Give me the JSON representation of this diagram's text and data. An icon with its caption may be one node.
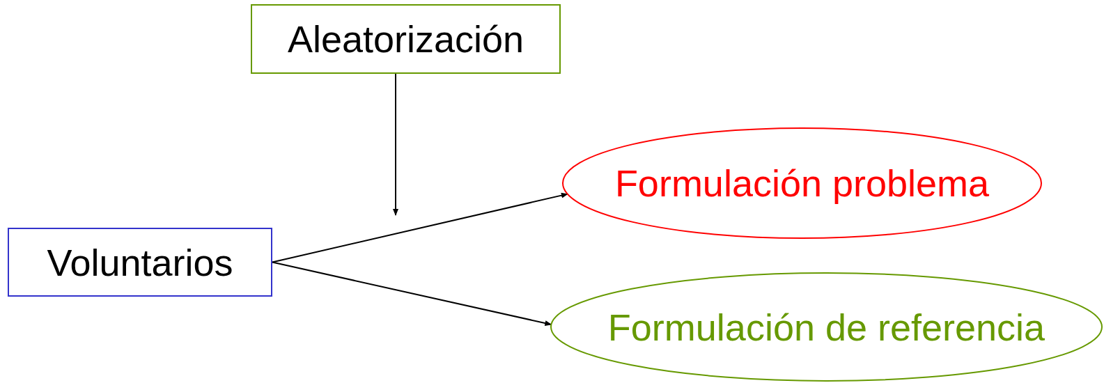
{
  "diagram": {
    "nodes": [
      {
        "text": [
          "Aleatorización"
        ]
      },
      {
        "text": [
          "Voluntarios"
        ]
      },
      {
        "text": [
          "Formulación problema"
        ]
      },
      {
        "text": [
          "Formulación de referencia"
        ]
      }
    ],
    "edges": [
      {
        "from": 0,
        "to": null,
        "arrow": "to"
      },
      {
        "from": 1,
        "to": 2,
        "arrow": "to"
      },
      {
        "from": 1,
        "to": 3,
        "arrow": "to"
      }
    ]
  }
}
